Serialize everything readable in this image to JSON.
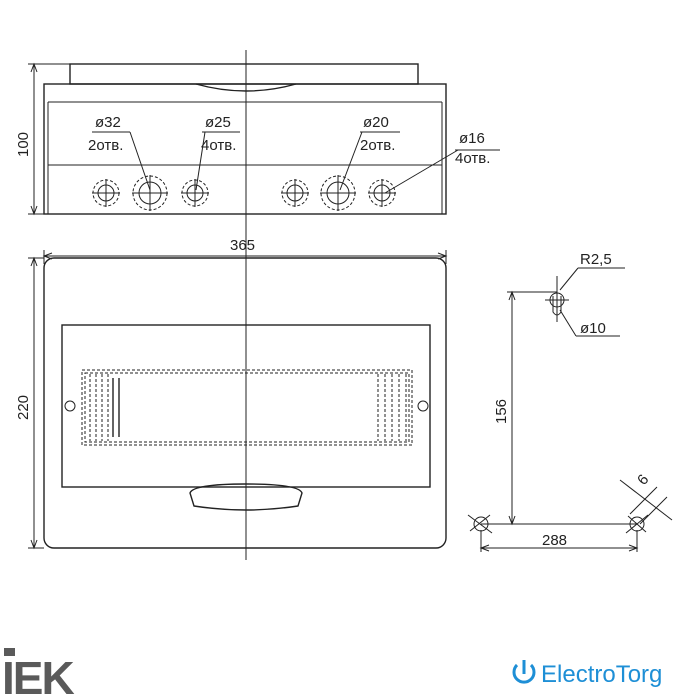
{
  "top_view": {
    "height_label": "100",
    "holes": [
      {
        "diameter": "ø32",
        "count": "2отв."
      },
      {
        "diameter": "ø25",
        "count": "4отв."
      },
      {
        "diameter": "ø20",
        "count": "2отв."
      },
      {
        "diameter": "ø16",
        "count": "4отв."
      }
    ]
  },
  "front_view": {
    "width_label": "365",
    "height_label": "220"
  },
  "mount_detail": {
    "radius_label": "R2,5",
    "hole_label": "ø10",
    "vertical_label": "156",
    "horizontal_label": "288",
    "slot_label": "6"
  },
  "logos": {
    "left": "IEK",
    "right": "ElectroTorg",
    "left_color": "#5a5a5a",
    "right_color": "#1e8fd6"
  }
}
